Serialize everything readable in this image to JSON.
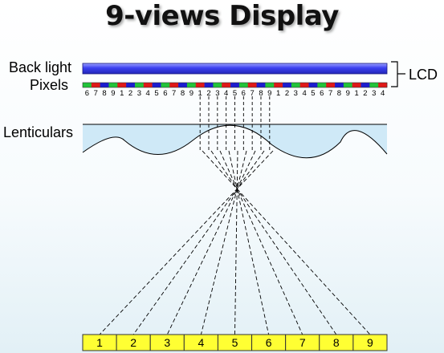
{
  "title": "9-views Display",
  "labels": {
    "back_light": "Back light",
    "pixels": "Pixels",
    "lcd": "LCD",
    "lenticulars": "Lenticulars"
  },
  "pixel_numbers": [
    "6",
    "7",
    "8",
    "9",
    "1",
    "2",
    "3",
    "4",
    "5",
    "6",
    "7",
    "8",
    "9",
    "1",
    "2",
    "3",
    "4",
    "5",
    "6",
    "7",
    "8",
    "9",
    "1",
    "2",
    "3",
    "4",
    "5",
    "6",
    "7",
    "8",
    "9",
    "1",
    "2",
    "3",
    "4"
  ],
  "views": [
    "1",
    "2",
    "3",
    "4",
    "5",
    "6",
    "7",
    "8",
    "9"
  ],
  "colors": {
    "backlight": "#3a3ff0",
    "subpixel_red": "#e01818",
    "subpixel_green": "#22c43a",
    "subpixel_blue": "#1c1ccf",
    "lenticular_fill": "#cfe9f7",
    "view_box_fill": "#ffff33"
  }
}
